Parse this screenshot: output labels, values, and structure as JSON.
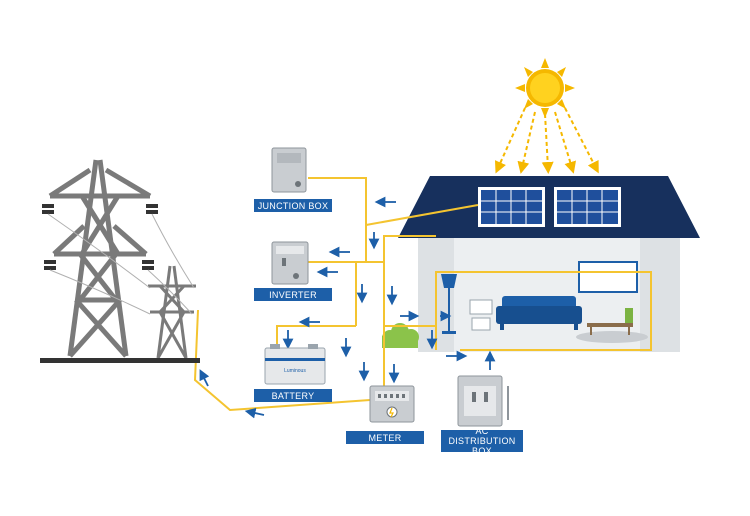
{
  "labels": {
    "junction_box": "JUNCTION BOX",
    "inverter": "INVERTER",
    "battery": "BATTERY",
    "meter": "METER",
    "ac_distribution_line1": "AC DISTRIBUTION",
    "ac_distribution_line2": "BOX",
    "battery_brand": "Luminous"
  },
  "colors": {
    "wire": "#f4c430",
    "arrow": "#1d5fa8",
    "label_bg": "#1d5fa8",
    "roof": "#17305d",
    "panel": "#1f4f9c",
    "device_gray": "#c9cdd1",
    "tower": "#7a7a7a",
    "sun": "#f5b800"
  }
}
